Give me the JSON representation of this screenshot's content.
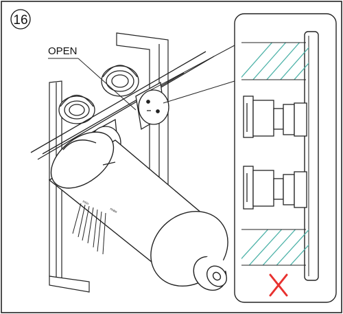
{
  "step": {
    "number": "16"
  },
  "callout": {
    "label": "OPEN"
  },
  "filter": {
    "markings": [
      "min",
      "max"
    ]
  },
  "detail": {
    "verdict_icon": "red-x-icon",
    "verdict_color": "#e8312f",
    "hatch_color": "#4fb3a9"
  }
}
